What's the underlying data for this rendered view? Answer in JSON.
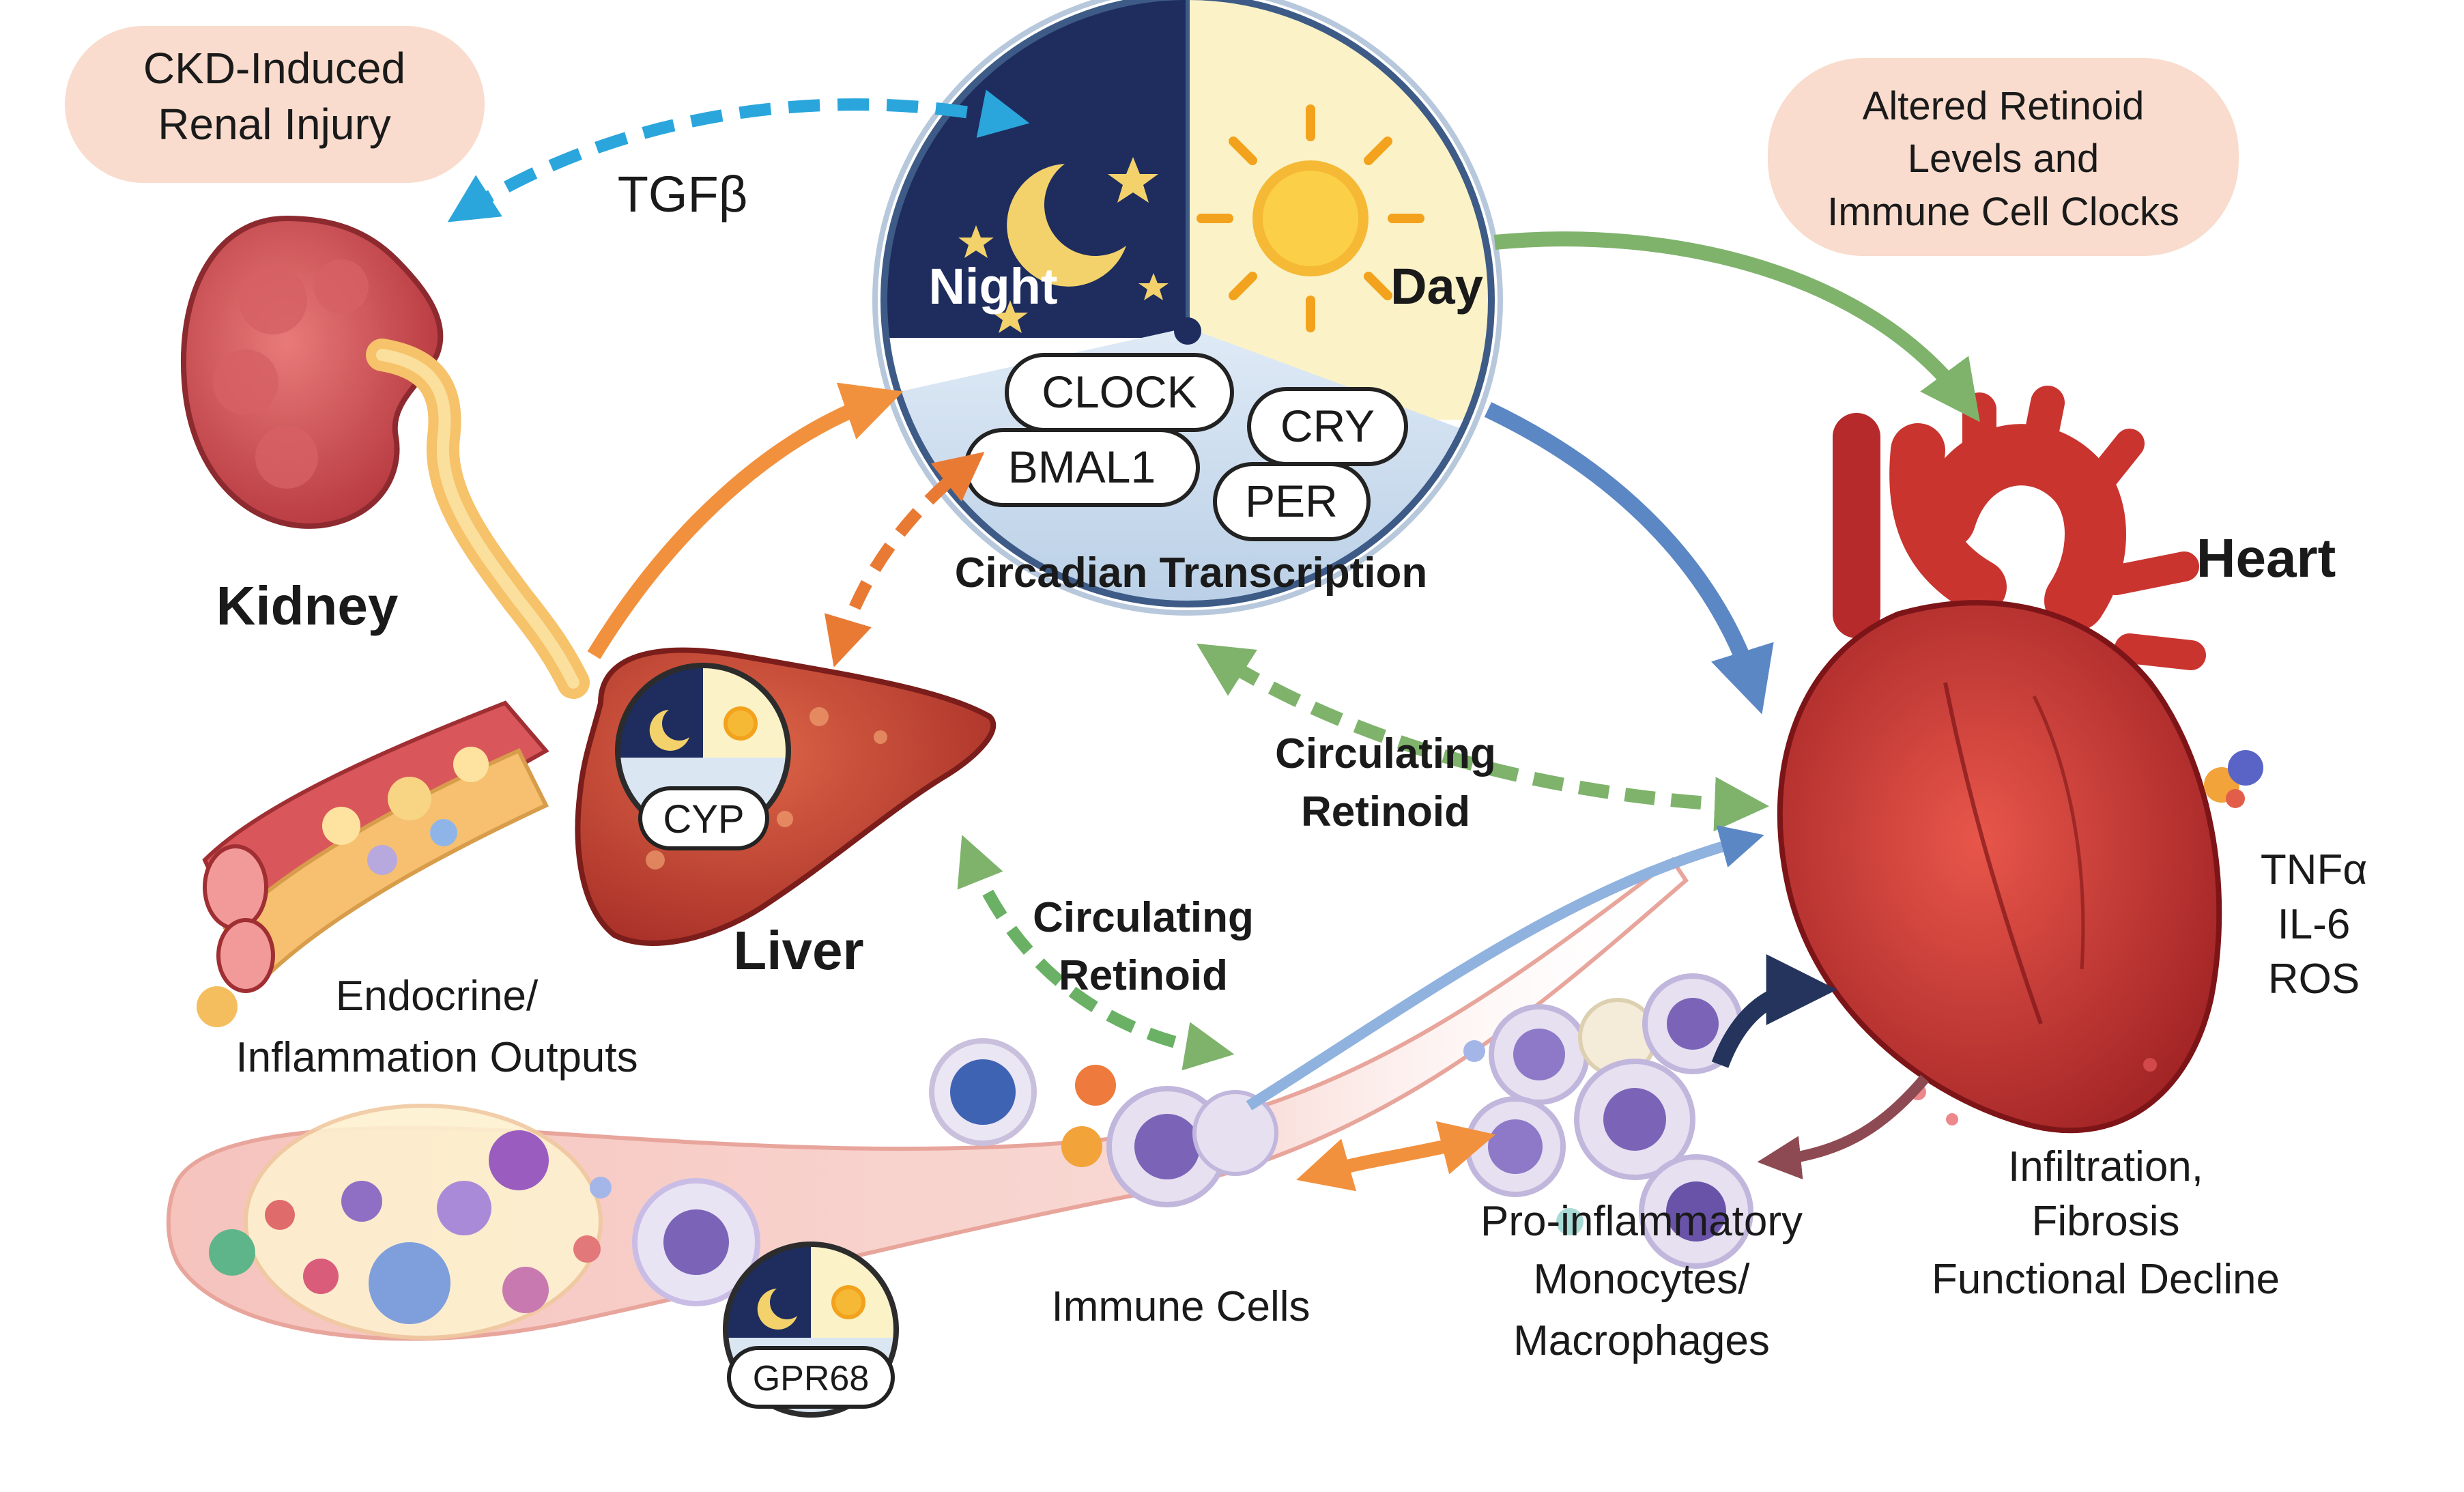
{
  "callouts": {
    "ckd_line1": "CKD-Induced",
    "ckd_line2": "Renal Injury",
    "retinoid_line1": "Altered Retinoid",
    "retinoid_line2": "Levels and",
    "retinoid_line3": "Immune Cell Clocks"
  },
  "clock": {
    "night": "Night",
    "day": "Day",
    "genes": [
      "CLOCK",
      "BMAL1",
      "CRY",
      "PER"
    ],
    "caption": "Circadian Transcription"
  },
  "organs": {
    "kidney": "Kidney",
    "liver": "Liver",
    "heart": "Heart",
    "liver_enzyme": "CYP",
    "vessel_receptor": "GPR68"
  },
  "signals": {
    "tgfb": "TGFβ",
    "circ_retinoid_1_line1": "Circulating",
    "circ_retinoid_1_line2": "Retinoid",
    "circ_retinoid_2_line1": "Circulating",
    "circ_retinoid_2_line2": "Retinoid",
    "cytokines": [
      "TNFα",
      "IL-6",
      "ROS"
    ]
  },
  "labels": {
    "endocrine_line1": "Endocrine/",
    "endocrine_line2": "Inflammation Outputs",
    "immune_cells": "Immune Cells",
    "proinf_line1": "Pro-inflammatory",
    "proinf_line2": "Monocytes/",
    "proinf_line3": "Macrophages",
    "outcome_line1": "Infiltration,",
    "outcome_line2": "Fibrosis",
    "outcome_line3": "Functional Decline"
  },
  "colors": {
    "callout_fill": "#f9dccd",
    "tgfb_arrow": "#2aa6dc",
    "orange_arrow": "#f2913d",
    "green_arrow": "#7fb36c",
    "blue_arrow": "#5b87c4",
    "navy_arrow": "#24345c",
    "maroon_arrow": "#8e4a52",
    "night_sky": "#1e2d5e",
    "day_sky": "#fbf3c7",
    "organ_red": "#c8433b"
  }
}
